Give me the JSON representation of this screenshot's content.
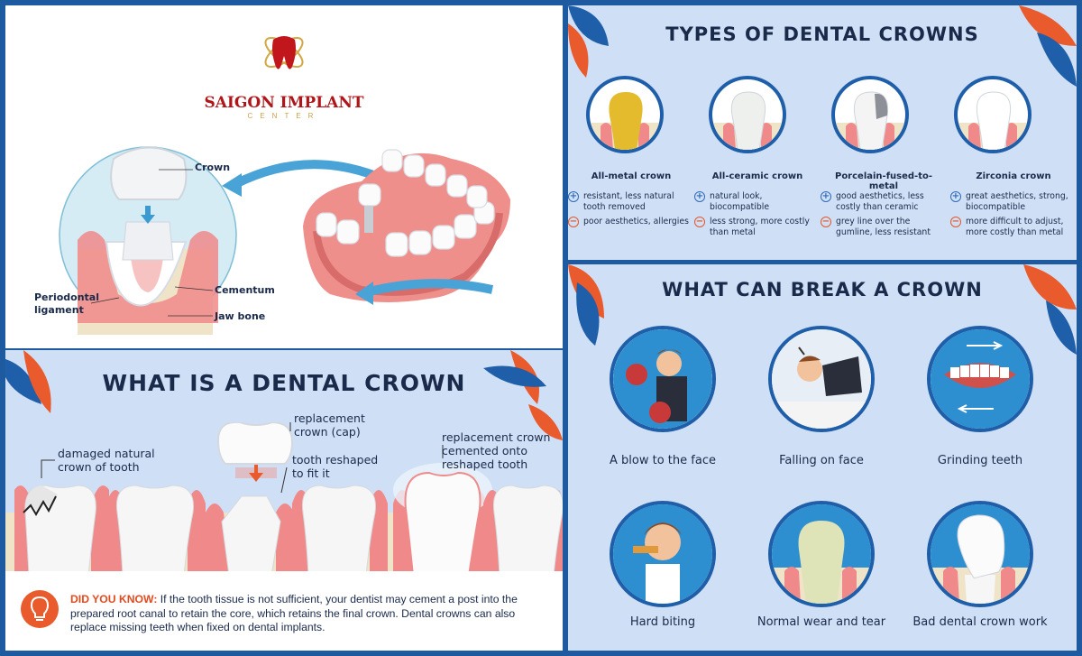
{
  "logo": {
    "name": "SAIGON IMPLANT",
    "sub": "CENTER"
  },
  "illustration": {
    "labels": {
      "crown": "Crown",
      "cementum": "Cementum",
      "periodontal1": "Periodontal",
      "periodontal2": "ligament",
      "jaw": "Jaw bone"
    }
  },
  "what": {
    "title": "WHAT IS A DENTAL CROWN",
    "ann": {
      "damaged1": "damaged natural",
      "damaged2": "crown of tooth",
      "repl1": "replacement",
      "repl2": "crown (cap)",
      "reshaped1": "tooth reshaped",
      "reshaped2": "to fit it",
      "cem1": "replacement crown",
      "cem2": "cemented onto",
      "cem3": "reshaped tooth"
    },
    "did_you_know": {
      "title": "DID YOU KNOW:",
      "text": "If the tooth tissue is not sufficient, your dentist may cement a post into the prepared root canal to retain the core, which retains the final crown. Dental crowns can also replace missing teeth when fixed on dental implants."
    }
  },
  "types": {
    "title": "TYPES OF DENTAL CROWNS",
    "items": [
      {
        "name": "All-metal crown",
        "pro": "resistant, less natural tooth removed",
        "con": "poor aesthetics, allergies",
        "color": "#e3bb2c"
      },
      {
        "name": "All-ceramic crown",
        "pro": "natural look, biocompatible",
        "con": "less strong, more costly than metal",
        "color": "#eef0ee"
      },
      {
        "name": "Porcelain-fused-to-metal",
        "pro": "good aesthetics, less costly than ceramic",
        "con": "grey line over the gumline, less resistant",
        "color": "#f4f4f4"
      },
      {
        "name": "Zirconia crown",
        "pro": "great aesthetics, strong, biocompatible",
        "con": "more difficult to adjust, more costly than metal",
        "color": "#ffffff"
      }
    ]
  },
  "break": {
    "title": "WHAT CAN BREAK A CROWN",
    "items": [
      {
        "name": "A blow to the face"
      },
      {
        "name": "Falling on face"
      },
      {
        "name": "Grinding teeth"
      },
      {
        "name": "Hard biting"
      },
      {
        "name": "Normal wear and tear"
      },
      {
        "name": "Bad dental crown work"
      }
    ]
  },
  "colors": {
    "navy": "#1a2a4a",
    "orange": "#e24a1f",
    "border": "#1d5aa0",
    "panel": "#cfe0f6",
    "gum": "#f08a8a",
    "bone": "#efe3c8"
  }
}
